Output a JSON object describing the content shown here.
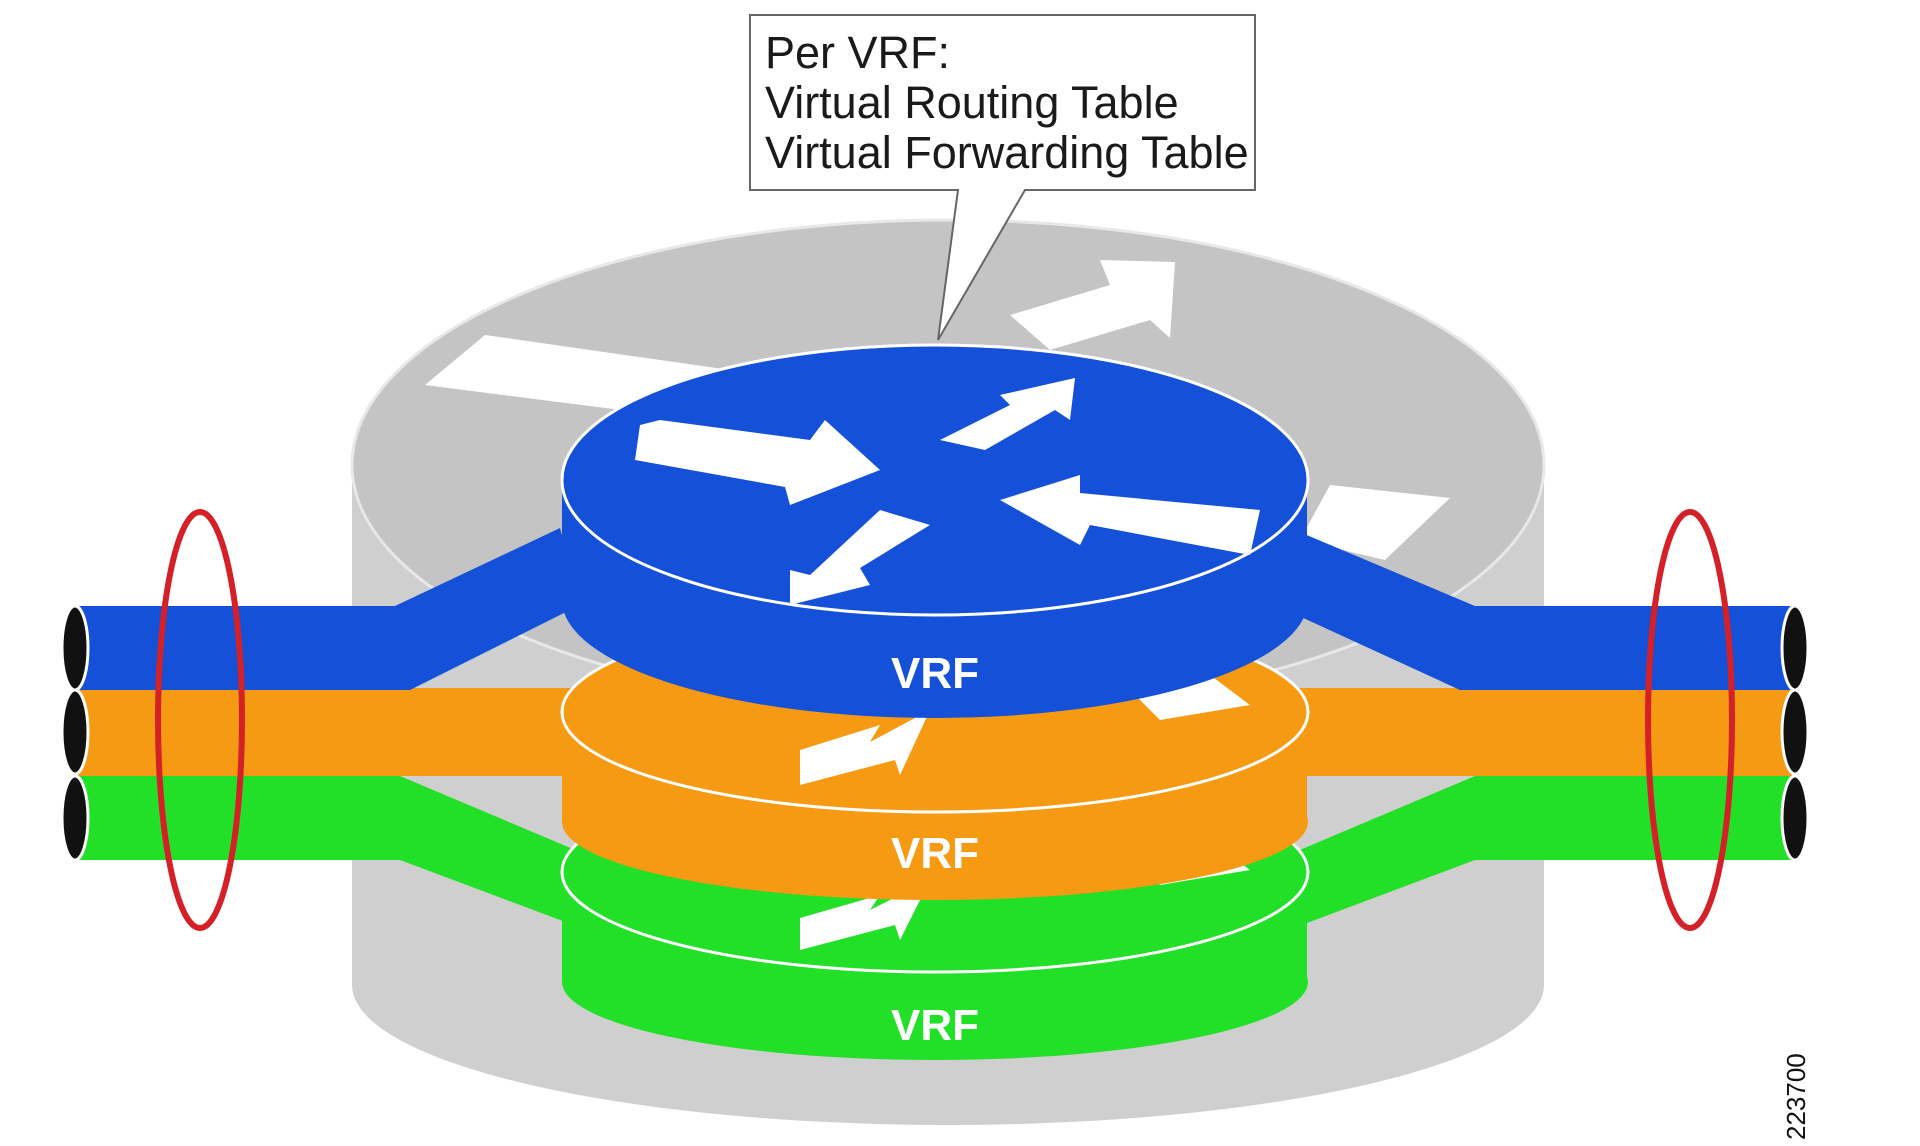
{
  "callout": {
    "line1": "Per VRF:",
    "line2": "Virtual Routing Table",
    "line3": "Virtual Forwarding Table"
  },
  "layers": [
    {
      "name": "blue",
      "label": "VRF",
      "color": "#1550d8"
    },
    {
      "name": "orange",
      "label": "VRF",
      "color": "#f59a12"
    },
    {
      "name": "green",
      "label": "VRF",
      "color": "#22e028"
    }
  ],
  "figure_id": "223700",
  "colors": {
    "router_body": "#cfcfcf",
    "router_top": "#c4c4c4",
    "bundle_ring": "#d42027",
    "tube_end": "#111111",
    "arrow": "#ffffff"
  }
}
